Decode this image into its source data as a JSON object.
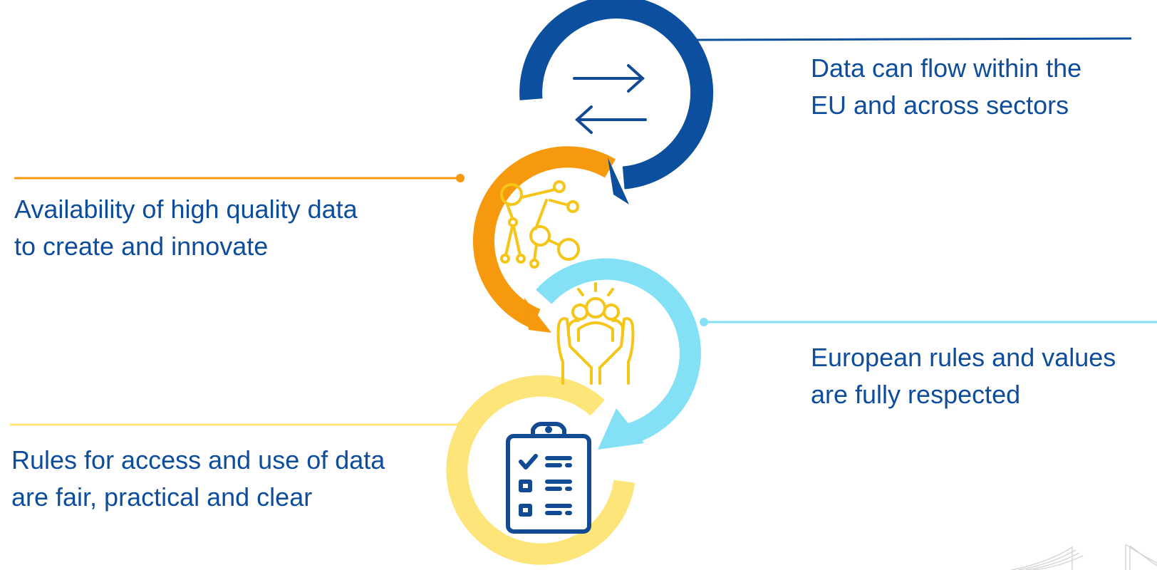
{
  "colors": {
    "text": "#0e4c9c",
    "dark_blue": "#0b4f9e",
    "orange": "#f7990d",
    "light_blue": "#84e1f5",
    "yellow": "#fde57a",
    "icon_gold": "#f5c518",
    "icon_navy": "#124a94",
    "watermark": "#d6d6d6"
  },
  "statements": [
    {
      "id": "data-flow",
      "lines": [
        "Data can flow within the",
        "EU and across sectors"
      ],
      "icon": "exchange-arrows-icon"
    },
    {
      "id": "data-availability",
      "lines": [
        "Availability of high quality data",
        "to create and innovate"
      ],
      "icon": "network-nodes-icon"
    },
    {
      "id": "european-rules",
      "lines": [
        "European rules and values",
        "are fully respected"
      ],
      "icon": "people-in-hands-icon"
    },
    {
      "id": "access-rules",
      "lines": [
        "Rules for access and use of data",
        "are fair, practical and clear"
      ],
      "icon": "clipboard-checklist-icon"
    }
  ],
  "watermark_icon": "building-wave-icon"
}
